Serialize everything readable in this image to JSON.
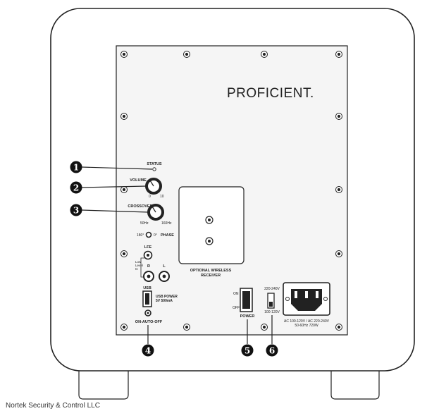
{
  "brand": "PROFICIENT.",
  "labels": {
    "status": "STATUS",
    "volume": "VOLUME",
    "volume_min": "0",
    "volume_max": "10",
    "crossover": "CROSSOVER",
    "crossover_min": "50Hz",
    "crossover_max": "160Hz",
    "phase_180": "180°",
    "phase_0": "0°",
    "phase": "PHASE",
    "lfe": "LFE",
    "low_level_in": [
      "Low",
      "Level",
      "In"
    ],
    "r": "R",
    "l": "L",
    "usb": "USB",
    "usb_power": [
      "USB POWER",
      "5V 500mA"
    ],
    "on_auto_off": "ON-AUTO-OFF",
    "wireless": [
      "OPTIONAL WIRELESS",
      "RECEIVER"
    ],
    "switch_on": "ON",
    "switch_off": "OFF",
    "power": "POWER",
    "v220": "220-240V",
    "v110": "100-120V",
    "ac_info": [
      "AC 100-120V / AC 220-240V",
      "50-60Hz 720W"
    ]
  },
  "callouts": [
    "1",
    "2",
    "3",
    "4",
    "5",
    "6"
  ],
  "footer": "Nortek Security & Control LLC",
  "colors": {
    "ink": "#222222",
    "panel_fill": "#f5f5f5",
    "cabinet_fill": "#ffffff"
  }
}
